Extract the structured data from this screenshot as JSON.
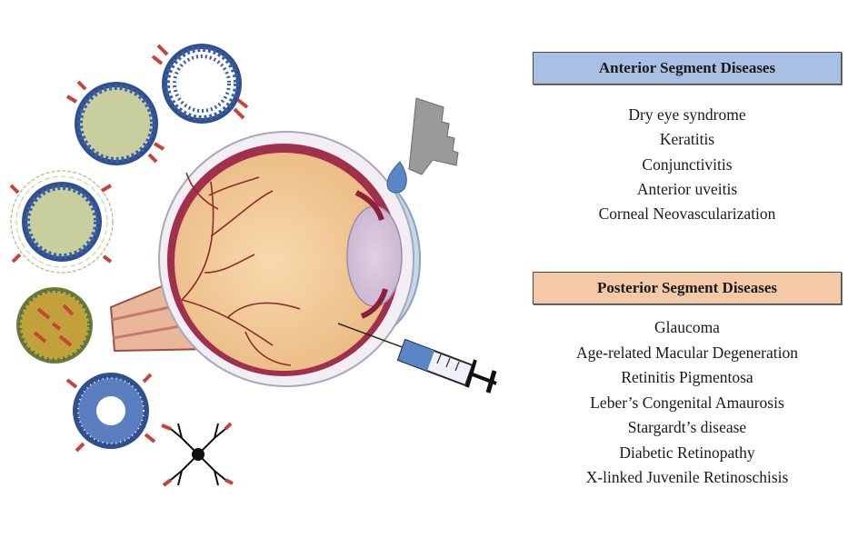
{
  "anterior": {
    "title": "Anterior Segment Diseases",
    "color": "#a9bfe4",
    "items": [
      "Dry eye syndrome",
      "Keratitis",
      "Conjunctivitis",
      "Anterior uveitis",
      "Corneal Neovascularization"
    ]
  },
  "posterior": {
    "title": "Posterior Segment Diseases",
    "color": "#f3c9a7",
    "items": [
      "Glaucoma",
      "Age-related Macular Degeneration",
      "Retinitis Pigmentosa",
      "Leber’s Congenital Amaurosis",
      "Stargardt’s disease",
      "Diabetic Retinopathy",
      "X-linked Juvenile Retinoschisis"
    ]
  },
  "illustration": {
    "eye": "eye-cross-section",
    "delivery_methods": [
      "eye-drop-dispenser",
      "intravitreal-syringe"
    ],
    "nanocarriers": [
      "liposome",
      "liposome-with-core",
      "coated-liposome",
      "polymeric-nanoparticle",
      "micelle",
      "dendrimer"
    ]
  }
}
